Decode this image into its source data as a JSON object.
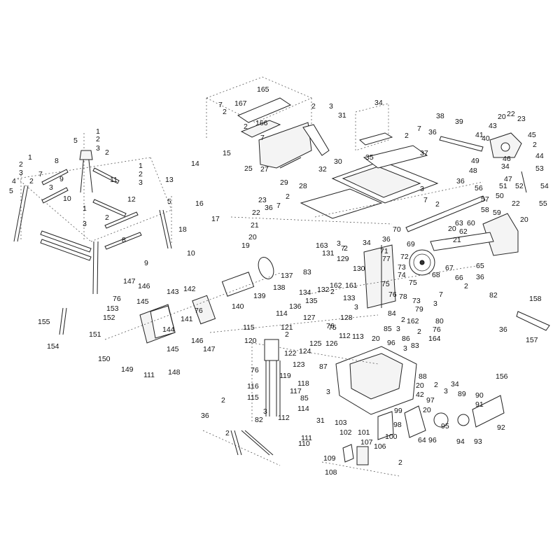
{
  "diagram": {
    "callouts": {
      "c1": "1",
      "c2": "2",
      "c3": "3",
      "c4": "4",
      "c5": "5",
      "c7": "7",
      "c8": "8",
      "c9": "9",
      "c10": "10",
      "c11": "11",
      "c12": "12",
      "c13": "13",
      "c14": "14",
      "c15": "15",
      "c16": "16",
      "c17": "17",
      "c18": "18",
      "c19": "19",
      "c20": "20",
      "c21": "21",
      "c22": "22",
      "c23": "23",
      "c25": "25",
      "c27": "27",
      "c28": "28",
      "c29": "29",
      "c30": "30",
      "c31": "31",
      "c32": "32",
      "c34": "34",
      "c35": "35",
      "c36": "36",
      "c37": "37",
      "c38": "38",
      "c39": "39",
      "c40": "40",
      "c41": "41",
      "c42": "42",
      "c43": "43",
      "c44": "44",
      "c45": "45",
      "c46": "46",
      "c47": "47",
      "c48": "48",
      "c49": "49",
      "c50": "50",
      "c51": "51",
      "c52": "52",
      "c53": "53",
      "c54": "54",
      "c55": "55",
      "c56": "56",
      "c57": "57",
      "c58": "58",
      "c59": "59",
      "c60": "60",
      "c62": "62",
      "c63": "63",
      "c64": "64",
      "c65": "65",
      "c66": "66",
      "c67": "67",
      "c68": "68",
      "c69": "69",
      "c70": "70",
      "c71": "71",
      "c72": "72",
      "c73": "73",
      "c74": "74",
      "c75": "75",
      "c76": "76",
      "c77": "77",
      "c78": "78",
      "c79": "79",
      "c80": "80",
      "c82": "82",
      "c83": "83",
      "c84": "84",
      "c85": "85",
      "c86": "86",
      "c87": "87",
      "c88": "88",
      "c89": "89",
      "c90": "90",
      "c91": "91",
      "c92": "92",
      "c93": "93",
      "c94": "94",
      "c95": "95",
      "c96": "96",
      "c97": "97",
      "c98": "98",
      "c99": "99",
      "c100": "100",
      "c101": "101",
      "c102": "102",
      "c103": "103",
      "c106": "106",
      "c107": "107",
      "c108": "108",
      "c109": "109",
      "c110": "110",
      "c111": "111",
      "c112": "112",
      "c113": "113",
      "c114": "114",
      "c115": "115",
      "c116": "116",
      "c117": "117",
      "c118": "118",
      "c119": "119",
      "c120": "120",
      "c121": "121",
      "c122": "122",
      "c123": "123",
      "c124": "124",
      "c125": "125",
      "c126": "126",
      "c127": "127",
      "c128": "128",
      "c129": "129",
      "c130": "130",
      "c131": "131",
      "c132": "132",
      "c133": "133",
      "c134": "134",
      "c135": "135",
      "c136": "136",
      "c137": "137",
      "c138": "138",
      "c139": "139",
      "c140": "140",
      "c141": "141",
      "c142": "142",
      "c143": "143",
      "c144": "144",
      "c145": "145",
      "c146": "146",
      "c147": "147",
      "c148": "148",
      "c149": "149",
      "c150": "150",
      "c151": "151",
      "c152": "152",
      "c153": "153",
      "c154": "154",
      "c155": "155",
      "c156": "156",
      "c157": "157",
      "c158": "158",
      "c161": "161",
      "c162": "162",
      "c163": "163",
      "c164": "164",
      "c165": "165",
      "c166": "166",
      "c167": "167"
    }
  }
}
